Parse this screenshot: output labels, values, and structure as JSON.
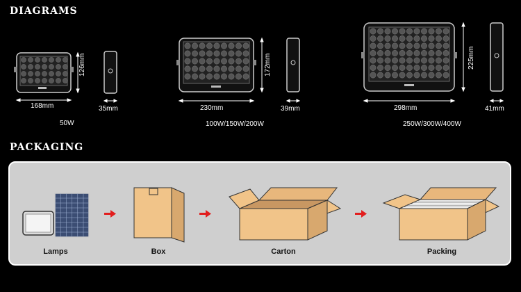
{
  "sections": {
    "diagrams_title": "DIAGRAMS",
    "packaging_title": "PACKAGING"
  },
  "models": [
    {
      "power": "50W",
      "width": "168mm",
      "height": "126mm",
      "depth": "35mm"
    },
    {
      "power": "100W/150W/200W",
      "width": "230mm",
      "height": "172mm",
      "depth": "39mm"
    },
    {
      "power": "250W/300W/400W",
      "width": "298mm",
      "height": "225mm",
      "depth": "41mm"
    }
  ],
  "packaging": {
    "steps": [
      "Lamps",
      "Box",
      "Carton",
      "Packing"
    ]
  },
  "colors": {
    "arrow": "#e21d1d",
    "cardboard": "#f1c489",
    "panel_bg": "#cfcfcf"
  }
}
